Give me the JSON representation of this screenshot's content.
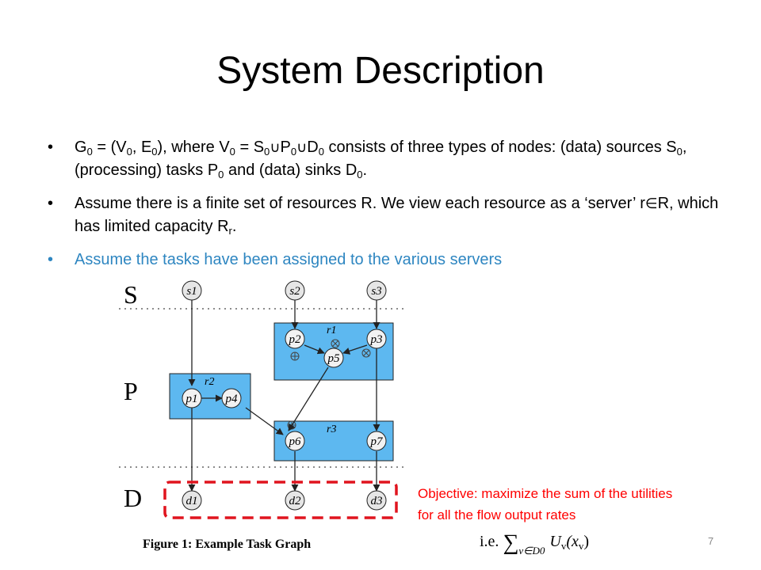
{
  "slide": {
    "title": "System Description",
    "page_number": "7"
  },
  "bullets": [
    {
      "marker": "•",
      "color": "#000000",
      "parts": [
        "G",
        "0",
        " = (V",
        "0",
        ", E",
        "0",
        "), where V",
        "0",
        " = S",
        "0",
        "∪",
        "P",
        "0",
        "∪",
        "D",
        "0",
        " consists of three types of nodes: (data) sources S",
        "0",
        ", (processing) tasks P",
        "0",
        " and (data) sinks D",
        "0",
        "."
      ]
    },
    {
      "marker": "•",
      "color": "#000000",
      "parts": [
        "Assume there is a finite set of resources R. We view each resource as a ‘server’ r",
        "∈",
        "R, which has limited capacity R",
        "r",
        "."
      ]
    },
    {
      "marker": "•",
      "color": "#2E86C1",
      "text": "Assume the tasks have been assigned to the various servers"
    }
  ],
  "figure": {
    "row_labels": [
      "S",
      "P",
      "D"
    ],
    "servers": [
      "r1",
      "r2",
      "r3"
    ],
    "nodes": {
      "sources": [
        "s1",
        "s2",
        "s3"
      ],
      "tasks": [
        "p1",
        "p2",
        "p3",
        "p4",
        "p5",
        "p6",
        "p7"
      ],
      "sinks": [
        "d1",
        "d2",
        "d3"
      ]
    },
    "caption": "Figure 1: Example Task Graph",
    "box_color": "#5DB8F0",
    "highlight_color": "#E0141E"
  },
  "objective": {
    "line1": "Objective: maximize the sum of the utilities",
    "line2": "for all the flow output rates",
    "color": "#FF0000"
  },
  "formula": {
    "prefix": "i.e.",
    "sum": "∑",
    "subscript": "v∈D0",
    "term": "U",
    "term_sub": "v",
    "argument": "(x",
    "argument_sub": "v",
    "close": ")"
  }
}
